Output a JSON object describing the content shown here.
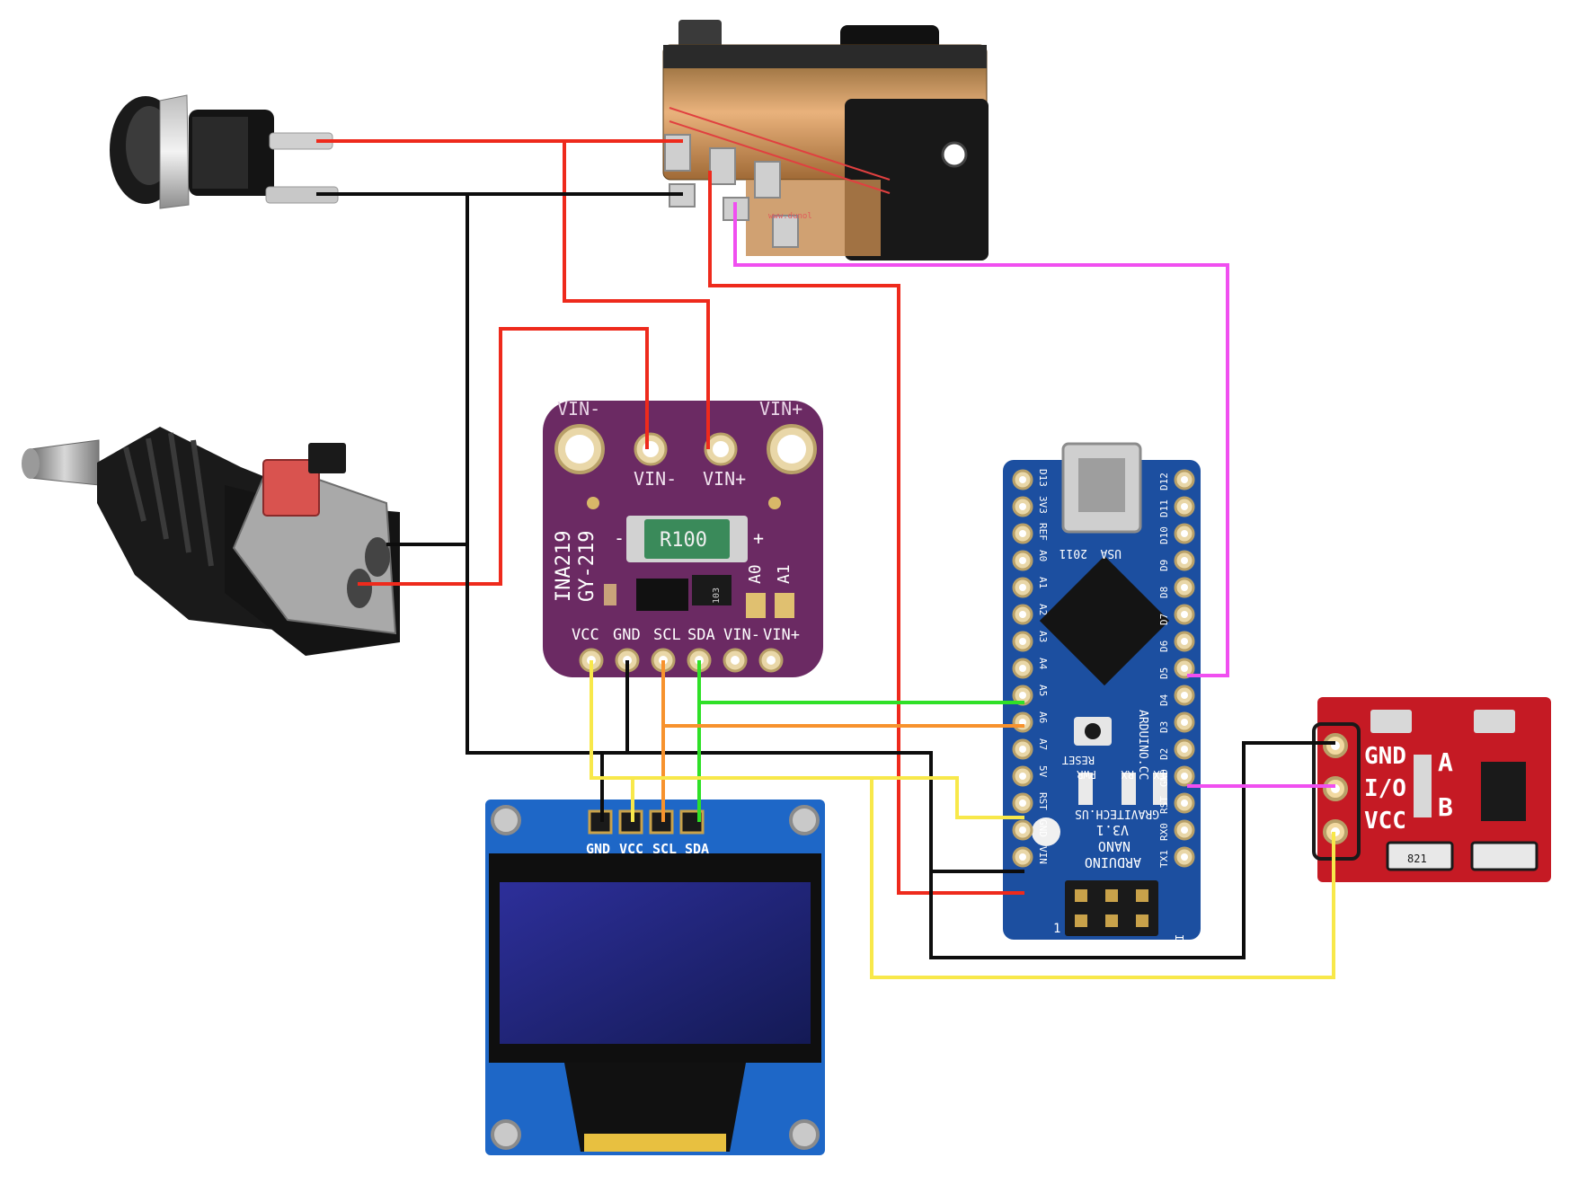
{
  "ina219": {
    "top_left_label": "VIN-",
    "top_right_label": "VIN+",
    "pad_vin_minus": "VIN-",
    "pad_vin_plus": "VIN+",
    "name_line1": "INA219",
    "name_line2": "GY-219",
    "shunt": "R100",
    "shunt_minus": "-",
    "shunt_plus": "+",
    "addr_a0": "A0",
    "addr_a1": "A1",
    "chip_code": "103",
    "pins": [
      "VCC",
      "GND",
      "SCL",
      "SDA",
      "VIN-",
      "VIN+"
    ]
  },
  "nano": {
    "left_pins": [
      "D13",
      "3V3",
      "REF",
      "A0",
      "A1",
      "A2",
      "A3",
      "A4",
      "A5",
      "A6",
      "A7",
      "5V",
      "RST",
      "GND",
      "VIN"
    ],
    "right_pins": [
      "D12",
      "D11",
      "D10",
      "D9",
      "D8",
      "D7",
      "D6",
      "D5",
      "D4",
      "D3",
      "D2",
      "GND",
      "RST",
      "RX0",
      "TX1"
    ],
    "usb_label": "USA",
    "year": "2011",
    "reset_label": "RESET",
    "site": "ARDUINO.CC",
    "pwr_label": "PWR",
    "rx_label": "RX",
    "tx_label": "TX",
    "model_line1": "ARDUINO",
    "model_line2": "NANO",
    "version": "V3.1",
    "maker": "GRAVITECH.US",
    "icsp": "ICSP",
    "pin1": "1"
  },
  "oled": {
    "pins": [
      "GND",
      "VCC",
      "SCL",
      "SDA"
    ]
  },
  "touch": {
    "pins": [
      "GND",
      "I/O",
      "VCC"
    ],
    "pad_a": "A",
    "pad_b": "B",
    "led_code": "821"
  },
  "switch": {
    "watermark": "www.dunol"
  },
  "colors": {
    "red_wire": "#ee2a1c",
    "black_wire": "#0d0d0d",
    "pink_wire": "#f04ff0",
    "green_wire": "#2fe027",
    "orange_wire": "#f7922d",
    "yellow_wire": "#f8e84a",
    "ina219_board": "#6b2a63",
    "nano_board": "#1c4fa0",
    "oled_board": "#1e67c7",
    "touch_board": "#c51a24"
  }
}
